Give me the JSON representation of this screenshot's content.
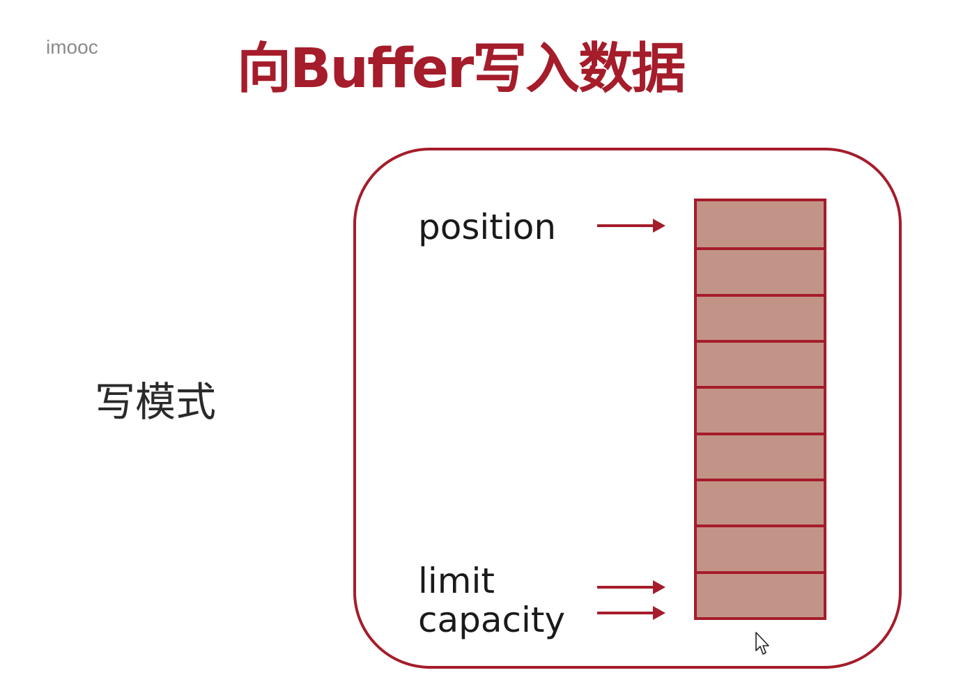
{
  "watermark": "imooc",
  "title": "向Buffer写入数据",
  "mode_label": "写模式",
  "pointers": {
    "position": "position",
    "limit": "limit",
    "capacity": "capacity"
  },
  "buffer": {
    "cell_count": 9
  },
  "colors": {
    "accent": "#a51c2a",
    "cell_fill": "#c29488",
    "text": "#1a1a1a"
  },
  "icons": {
    "cursor": "mouse-pointer-icon"
  }
}
